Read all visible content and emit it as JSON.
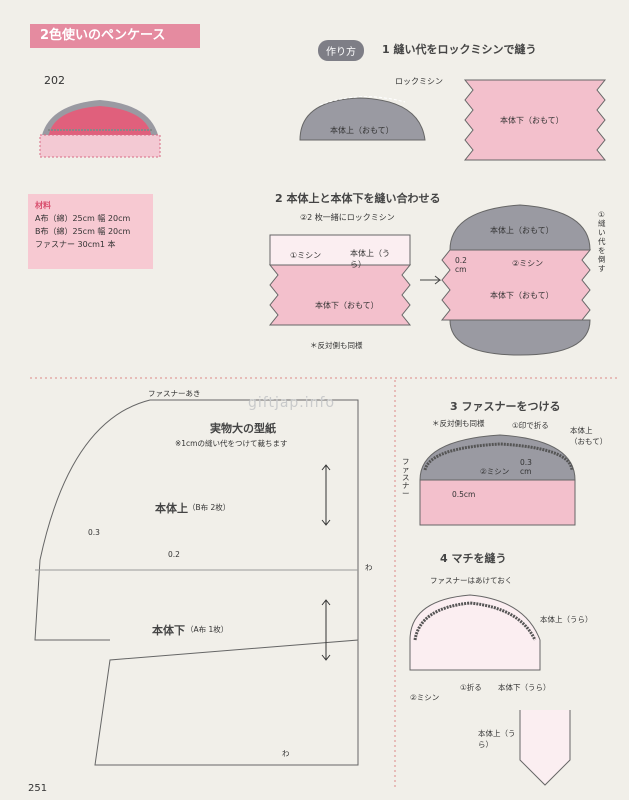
{
  "header": {
    "title": "2色使いのペンケース",
    "item_no": "202"
  },
  "materials": {
    "heading": "材料",
    "lines": [
      "A布（綿）25cm 幅 20cm",
      "B布（綿）25cm 幅 20cm",
      "ファスナー 30cm1 本"
    ]
  },
  "how_to": {
    "badge": "作り方",
    "step1": {
      "title": "1 縫い代をロックミシンで縫う",
      "label_lock": "ロックミシン",
      "label_upper": "本体上（おもて）",
      "label_lower": "本体下（おもて）"
    },
    "step2": {
      "title": "2 本体上と本体下を縫い合わせる",
      "note_lock": "②2 枚一緒にロックミシン",
      "label_sew1": "①ミシン",
      "label_upper_back": "本体上（うら）",
      "label_lower": "本体下（おもて）",
      "note_reverse": "＊反対側も同様",
      "label_upper_front": "本体上（おもて）",
      "label_02": "0.2 cm",
      "label_sew2": "②ミシン",
      "label_seam_side": "①縫い代を倒す"
    },
    "step3": {
      "title": "3 ファスナーをつける",
      "note_reverse": "＊反対側も同様",
      "label_fold": "①印で折る",
      "label_upper": "本体上（おもて）",
      "label_zipper": "ファスナー",
      "label_sew": "②ミシン",
      "label_03": "0.3 cm",
      "label_05": "0.5cm"
    },
    "step4": {
      "title": "4 マチを縫う",
      "note_open": "ファスナーはあけておく",
      "label_upper_back": "本体上（うら）",
      "label_sew": "②ミシン",
      "label_fold": "①折る",
      "label_lower_back": "本体下（うら）",
      "label_upper_back2": "本体上（うら）"
    }
  },
  "pattern": {
    "zipper_open": "ファスナーあき",
    "title": "実物大の型紙",
    "note": "※1cmの縫い代をつけて裁ちます",
    "upper_name": "本体上",
    "upper_spec": "（B布 2枚）",
    "lower_name": "本体下",
    "lower_spec": "（A布 1枚）",
    "mark_03": "0.3",
    "mark_02": "0.2",
    "mark_wa1": "わ",
    "mark_wa2": "わ"
  },
  "watermark": "giftjap.info",
  "page_number": "251",
  "colors": {
    "pink": "#e58ba0",
    "light_pink": "#f7c9d2",
    "gray": "#9a9aa2",
    "background": "#f1efe9"
  }
}
